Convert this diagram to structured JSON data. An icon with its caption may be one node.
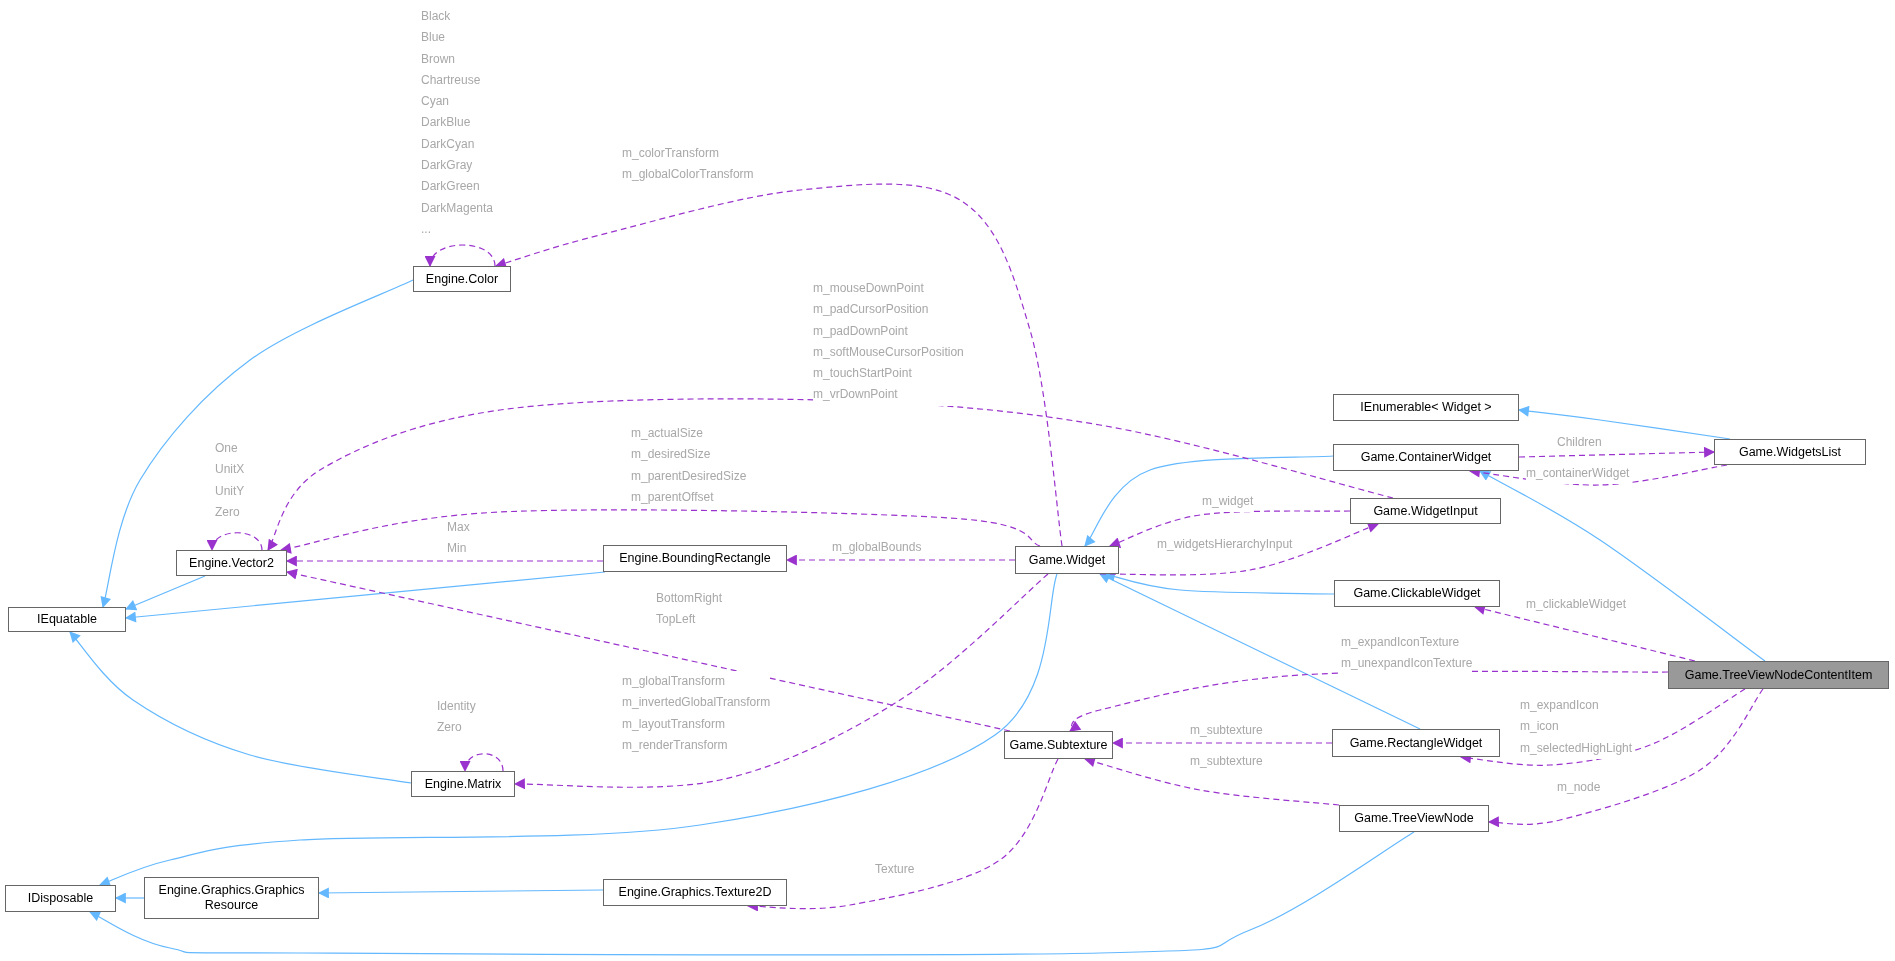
{
  "diagram": {
    "nodes": [
      {
        "text": [
          "IEquatable"
        ]
      },
      {
        "text": [
          "Engine.Color"
        ]
      },
      {
        "text": [
          "Engine.Vector2"
        ]
      },
      {
        "text": [
          "Engine.BoundingRectangle"
        ]
      },
      {
        "text": [
          "Engine.Matrix"
        ]
      },
      {
        "text": [
          "IDisposable"
        ]
      },
      {
        "text": [
          "Engine.Graphics.Graphics Resource"
        ]
      },
      {
        "text": [
          "Engine.Graphics.Texture2D"
        ]
      },
      {
        "text": [
          "Game.Widget"
        ]
      },
      {
        "text": [
          "Game.Subtexture"
        ]
      },
      {
        "text": [
          "IEnumerable< Widget >"
        ]
      },
      {
        "text": [
          "Game.ContainerWidget"
        ]
      },
      {
        "text": [
          "Game.WidgetsList"
        ]
      },
      {
        "text": [
          "Game.WidgetInput"
        ]
      },
      {
        "text": [
          "Game.ClickableWidget"
        ]
      },
      {
        "text": [
          "Game.TreeViewNodeContentItem"
        ]
      },
      {
        "text": [
          "Game.RectangleWidget"
        ]
      },
      {
        "text": [
          "Game.TreeViewNode"
        ]
      }
    ],
    "edges": [
      {
        "from": 1,
        "to": 0,
        "arrow": "to",
        "color": "#63b8ff"
      },
      {
        "from": 2,
        "to": 0,
        "arrow": "to",
        "color": "#63b8ff"
      },
      {
        "from": 3,
        "to": 0,
        "arrow": "to",
        "color": "#63b8ff"
      },
      {
        "from": 4,
        "to": 0,
        "arrow": "to",
        "color": "#63b8ff"
      },
      {
        "from": 6,
        "to": 5,
        "arrow": "to",
        "color": "#63b8ff"
      },
      {
        "from": 7,
        "to": 6,
        "arrow": "to",
        "color": "#63b8ff"
      },
      {
        "from": 8,
        "to": 5,
        "arrow": "to",
        "color": "#63b8ff"
      },
      {
        "from": 17,
        "to": 5,
        "arrow": "to",
        "color": "#63b8ff"
      },
      {
        "from": 11,
        "to": 8,
        "arrow": "to",
        "color": "#63b8ff"
      },
      {
        "from": 14,
        "to": 8,
        "arrow": "to",
        "color": "#63b8ff"
      },
      {
        "from": 16,
        "to": 8,
        "arrow": "to",
        "color": "#63b8ff"
      },
      {
        "from": 12,
        "to": 10,
        "arrow": "to",
        "color": "#63b8ff"
      },
      {
        "from": 15,
        "to": 11,
        "arrow": "to",
        "color": "#63b8ff"
      },
      {
        "from": 1,
        "to": 1,
        "arrow": "to",
        "style": "dashed",
        "label": "Black Blue Brown Chartreuse Cyan DarkBlue DarkCyan DarkGray DarkGreen DarkMagenta ..."
      },
      {
        "from": 2,
        "to": 2,
        "arrow": "to",
        "style": "dashed",
        "label": "One UnitX UnitY Zero"
      },
      {
        "from": 4,
        "to": 4,
        "arrow": "to",
        "style": "dashed",
        "label": "Identity Zero"
      },
      {
        "from": 8,
        "to": 1,
        "arrow": "to",
        "style": "dashed",
        "label": "m_colorTransform m_globalColorTransform"
      },
      {
        "from": 13,
        "to": 2,
        "arrow": "to",
        "style": "dashed",
        "label": "m_mouseDownPoint m_padCursorPosition m_padDownPoint m_softMouseCursorPosition m_touchStartPoint m_vrDownPoint"
      },
      {
        "from": 8,
        "to": 2,
        "arrow": "to",
        "style": "dashed",
        "label": "m_actualSize m_desiredSize m_parentDesiredSize m_parentOffset"
      },
      {
        "from": 3,
        "to": 2,
        "arrow": "to",
        "style": "dashed",
        "label": "Max Min"
      },
      {
        "from": 8,
        "to": 3,
        "arrow": "to",
        "style": "dashed",
        "label": "m_globalBounds"
      },
      {
        "from": 9,
        "to": 2,
        "arrow": "to",
        "style": "dashed",
        "label": "BottomRight TopLeft"
      },
      {
        "from": 8,
        "to": 4,
        "arrow": "to",
        "style": "dashed",
        "label": "m_globalTransform m_invertedGlobalTransform m_layoutTransform m_renderTransform"
      },
      {
        "from": 9,
        "to": 7,
        "arrow": "to",
        "style": "dashed",
        "label": "Texture"
      },
      {
        "from": 13,
        "to": 8,
        "arrow": "to",
        "style": "dashed",
        "label": "m_widget"
      },
      {
        "from": 8,
        "to": 13,
        "arrow": "to",
        "style": "dashed",
        "label": "m_widgetsHierarchyInput"
      },
      {
        "from": 11,
        "to": 12,
        "arrow": "to",
        "style": "dashed",
        "label": "Children"
      },
      {
        "from": 12,
        "to": 11,
        "arrow": "to",
        "style": "dashed",
        "label": "m_containerWidget"
      },
      {
        "from": 15,
        "to": 14,
        "arrow": "to",
        "style": "dashed",
        "label": "m_clickableWidget"
      },
      {
        "from": 15,
        "to": 9,
        "arrow": "to",
        "style": "dashed",
        "label": "m_expandIconTexture m_unexpandIconTexture"
      },
      {
        "from": 16,
        "to": 9,
        "arrow": "to",
        "style": "dashed",
        "label": "m_subtexture"
      },
      {
        "from": 17,
        "to": 9,
        "arrow": "to",
        "style": "dashed",
        "label": "m_subtexture"
      },
      {
        "from": 15,
        "to": 16,
        "arrow": "to",
        "style": "dashed",
        "label": "m_expandIcon m_icon m_selectedHighLight"
      },
      {
        "from": 15,
        "to": 17,
        "arrow": "to",
        "style": "dashed",
        "label": "m_node"
      }
    ]
  }
}
